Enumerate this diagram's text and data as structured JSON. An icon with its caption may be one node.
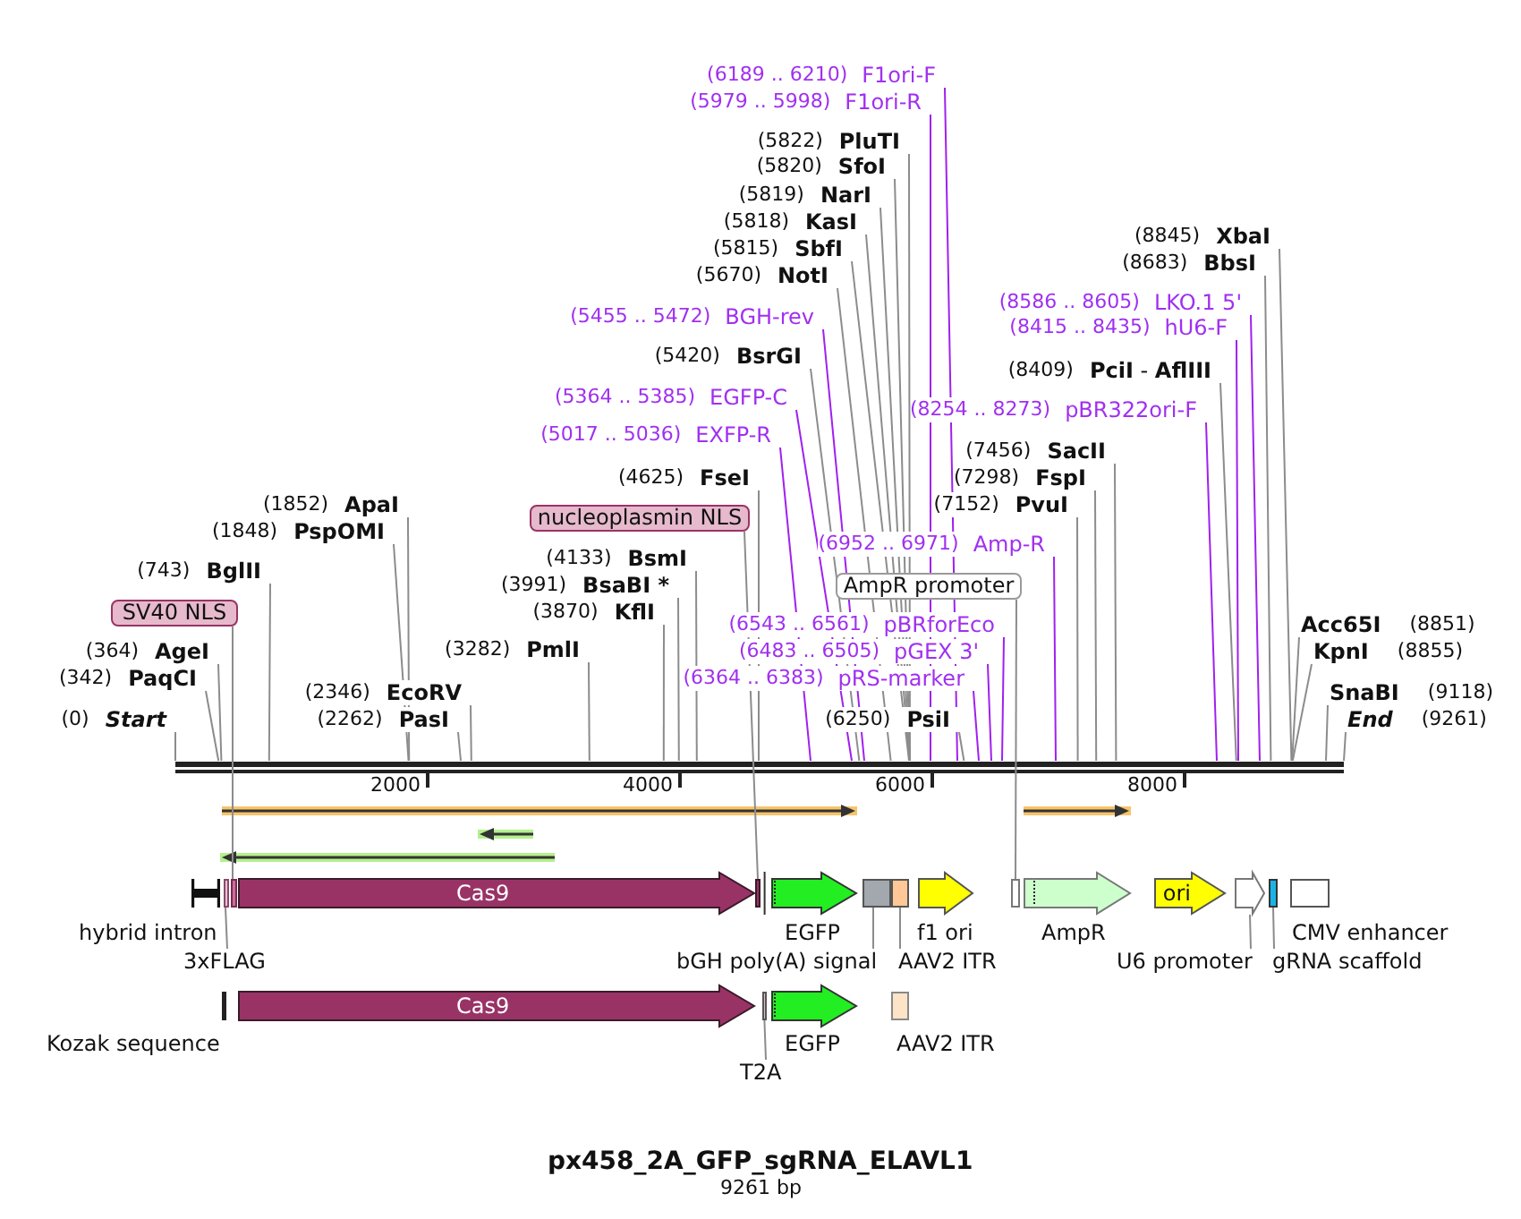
{
  "diagram": {
    "title": "px458_2A_GFP_sgRNA_ELAVL1",
    "nodes": [
      {
        "text": [
          "(6189 .. 6210)",
          "F1ori-F"
        ]
      },
      {
        "text": [
          "(5979 .. 5998)",
          "F1ori-R"
        ]
      },
      {
        "text": [
          "(5822)",
          "PluTI"
        ]
      },
      {
        "text": [
          "(5820)",
          "SfoI"
        ]
      },
      {
        "text": [
          "(5819)",
          "NarI"
        ]
      },
      {
        "text": [
          "(5818)",
          "KasI"
        ]
      },
      {
        "text": [
          "(8845)",
          "XbaI"
        ]
      },
      {
        "text": [
          "(5815)",
          "SbfI"
        ]
      },
      {
        "text": [
          "(8683)",
          "BbsI"
        ]
      },
      {
        "text": [
          "(5670)",
          "NotI"
        ]
      },
      {
        "text": [
          "(8586 .. 8605)",
          "LKO.1 5'"
        ]
      },
      {
        "text": [
          "(5455 .. 5472)",
          "BGH-rev"
        ]
      },
      {
        "text": [
          "(8415 .. 8435)",
          "hU6-F"
        ]
      },
      {
        "text": [
          "(5420)",
          "BsrGI"
        ]
      },
      {
        "text": [
          "(8409)",
          "**PciI** - **AflIII**"
        ]
      },
      {
        "text": [
          "(5364 .. 5385)",
          "EGFP-C"
        ]
      },
      {
        "text": [
          "(8254 .. 8273)",
          "pBR322ori-F"
        ]
      },
      {
        "text": [
          "(5017 .. 5036)",
          "EXFP-R"
        ]
      },
      {
        "text": [
          "(7456)",
          "SacII"
        ]
      },
      {
        "text": [
          "(4625)",
          "FseI"
        ]
      },
      {
        "text": [
          "(7298)",
          "FspI"
        ]
      },
      {
        "text": [
          "(1852)",
          "ApaI"
        ]
      },
      {
        "text": [
          "nucleoplasmin NLS"
        ]
      },
      {
        "text": [
          "(7152)",
          "PvuI"
        ]
      },
      {
        "text": [
          "(1848)",
          "PspOMI"
        ]
      },
      {
        "text": [
          "(6952 .. 6971)",
          "Amp-R"
        ]
      },
      {
        "text": [
          "(4133)",
          "BsmI"
        ]
      },
      {
        "text": [
          "(743)",
          "BglII"
        ]
      },
      {
        "text": [
          "(3991)",
          "BsaBI *"
        ]
      },
      {
        "text": [
          "AmpR promoter"
        ]
      },
      {
        "text": [
          "SV40 NLS"
        ]
      },
      {
        "text": [
          "(3870)",
          "KflI"
        ]
      },
      {
        "text": [
          "(6543 .. 6561)",
          "pBRforEco"
        ]
      },
      {
        "text": [
          "Acc65I",
          "(8851)"
        ]
      },
      {
        "text": [
          "(364)",
          "AgeI"
        ]
      },
      {
        "text": [
          "(3282)",
          "PmlI"
        ]
      },
      {
        "text": [
          "(6483 .. 6505)",
          "pGEX 3'"
        ]
      },
      {
        "text": [
          "KpnI",
          "(8855)"
        ]
      },
      {
        "text": [
          "(342)",
          "PaqCI"
        ]
      },
      {
        "text": [
          "(6364 .. 6383)",
          "pRS-marker"
        ]
      },
      {
        "text": [
          "(2346)",
          "EcoRV"
        ]
      },
      {
        "text": [
          "SnaBI",
          "(9118)"
        ]
      },
      {
        "text": [
          "(0)",
          "Start"
        ]
      },
      {
        "text": [
          "(2262)",
          "PasI"
        ]
      },
      {
        "text": [
          "(6250)",
          "PsiI"
        ]
      },
      {
        "text": [
          "End",
          "(9261)"
        ]
      },
      {
        "text": [
          "hybrid intron"
        ]
      },
      {
        "text": [],
        "shape": "box"
      },
      {
        "text": [],
        "shape": "box"
      },
      {
        "text": [
          "Cas9"
        ]
      },
      {
        "text": [],
        "shape": "box"
      },
      {
        "text": [
          "EGFP"
        ]
      },
      {
        "text": [],
        "shape": "box"
      },
      {
        "text": [],
        "shape": "box"
      },
      {
        "text": [
          "f1 ori"
        ]
      },
      {
        "text": [],
        "shape": "box"
      },
      {
        "text": [
          "AmpR"
        ]
      },
      {
        "text": [
          "ori"
        ]
      },
      {
        "text": [],
        "shape": "arrow"
      },
      {
        "text": [],
        "shape": "box"
      },
      {
        "text": [
          "CMV enhancer"
        ]
      },
      {
        "text": [
          "3xFLAG"
        ]
      },
      {
        "text": [
          "bGH poly(A) signal"
        ]
      },
      {
        "text": [
          "AAV2 ITR"
        ]
      },
      {
        "text": [
          "U6 promoter"
        ]
      },
      {
        "text": [
          "gRNA scaffold"
        ]
      },
      {
        "text": [
          "Kozak sequence"
        ]
      },
      {
        "text": [
          "Cas9"
        ]
      },
      {
        "text": [],
        "shape": "box"
      },
      {
        "text": [
          "EGFP"
        ]
      },
      {
        "text": [
          "AAV2 ITR"
        ]
      },
      {
        "text": [
          "T2A"
        ]
      }
    ],
    "edges": [
      {
        "from": 0,
        "to": null,
        "arrow": "none",
        "color": "#a020f0"
      },
      {
        "from": 1,
        "to": null,
        "arrow": "none",
        "color": "#a020f0"
      },
      {
        "from": 2,
        "to": null,
        "arrow": "none"
      },
      {
        "from": 3,
        "to": null,
        "arrow": "none"
      },
      {
        "from": 4,
        "to": null,
        "arrow": "none"
      },
      {
        "from": 5,
        "to": null,
        "arrow": "none"
      },
      {
        "from": 6,
        "to": null,
        "arrow": "none"
      },
      {
        "from": 7,
        "to": null,
        "arrow": "none"
      },
      {
        "from": 8,
        "to": null,
        "arrow": "none"
      },
      {
        "from": 9,
        "to": null,
        "arrow": "none"
      },
      {
        "from": 10,
        "to": null,
        "arrow": "none",
        "color": "#a020f0"
      },
      {
        "from": 11,
        "to": null,
        "arrow": "none",
        "color": "#a020f0"
      },
      {
        "from": 12,
        "to": null,
        "arrow": "none",
        "color": "#a020f0"
      },
      {
        "from": 13,
        "to": null,
        "arrow": "none"
      },
      {
        "from": 14,
        "to": null,
        "arrow": "none"
      },
      {
        "from": 15,
        "to": null,
        "arrow": "none",
        "color": "#a020f0"
      },
      {
        "from": 16,
        "to": null,
        "arrow": "none",
        "color": "#a020f0"
      },
      {
        "from": 17,
        "to": null,
        "arrow": "none",
        "color": "#a020f0"
      },
      {
        "from": 18,
        "to": null,
        "arrow": "none"
      },
      {
        "from": 19,
        "to": null,
        "arrow": "none"
      },
      {
        "from": 20,
        "to": null,
        "arrow": "none"
      },
      {
        "from": 21,
        "to": null,
        "arrow": "none"
      },
      {
        "from": 23,
        "to": null,
        "arrow": "none"
      },
      {
        "from": 24,
        "to": null,
        "arrow": "none"
      },
      {
        "from": 25,
        "to": null,
        "arrow": "none",
        "color": "#a020f0"
      },
      {
        "from": 26,
        "to": null,
        "arrow": "none"
      },
      {
        "from": 27,
        "to": null,
        "arrow": "none"
      },
      {
        "from": 28,
        "to": null,
        "arrow": "none"
      },
      {
        "from": 31,
        "to": null,
        "arrow": "none"
      },
      {
        "from": 32,
        "to": null,
        "arrow": "none",
        "color": "#a020f0"
      },
      {
        "from": 33,
        "to": null,
        "arrow": "none"
      },
      {
        "from": 34,
        "to": null,
        "arrow": "none"
      },
      {
        "from": 35,
        "to": null,
        "arrow": "none"
      },
      {
        "from": 36,
        "to": null,
        "arrow": "none",
        "color": "#a020f0"
      },
      {
        "from": 37,
        "to": null,
        "arrow": "none"
      },
      {
        "from": 38,
        "to": null,
        "arrow": "none"
      },
      {
        "from": 39,
        "to": null,
        "arrow": "none",
        "color": "#a020f0"
      },
      {
        "from": 40,
        "to": null,
        "arrow": "none"
      },
      {
        "from": 41,
        "to": null,
        "arrow": "none"
      },
      {
        "from": 42,
        "to": null,
        "arrow": "none"
      },
      {
        "from": 43,
        "to": null,
        "arrow": "none"
      },
      {
        "from": 44,
        "to": null,
        "arrow": "none"
      },
      {
        "from": 45,
        "to": null,
        "arrow": "none"
      },
      {
        "from": 22,
        "to": 50,
        "arrow": "none"
      },
      {
        "from": 29,
        "to": 55,
        "arrow": "none"
      },
      {
        "from": 30,
        "to": 48,
        "arrow": "none"
      },
      {
        "from": 61,
        "to": 47,
        "arrow": "none"
      },
      {
        "from": 62,
        "to": 52,
        "arrow": "none"
      },
      {
        "from": 63,
        "to": 53,
        "arrow": "none"
      },
      {
        "from": 64,
        "to": 58,
        "arrow": "none"
      },
      {
        "from": 65,
        "to": 59,
        "arrow": "none"
      },
      {
        "from": 71,
        "to": 68,
        "arrow": "none"
      }
    ],
    "labels": [
      "2000",
      "4000",
      "6000",
      "8000",
      "9261 bp"
    ]
  }
}
